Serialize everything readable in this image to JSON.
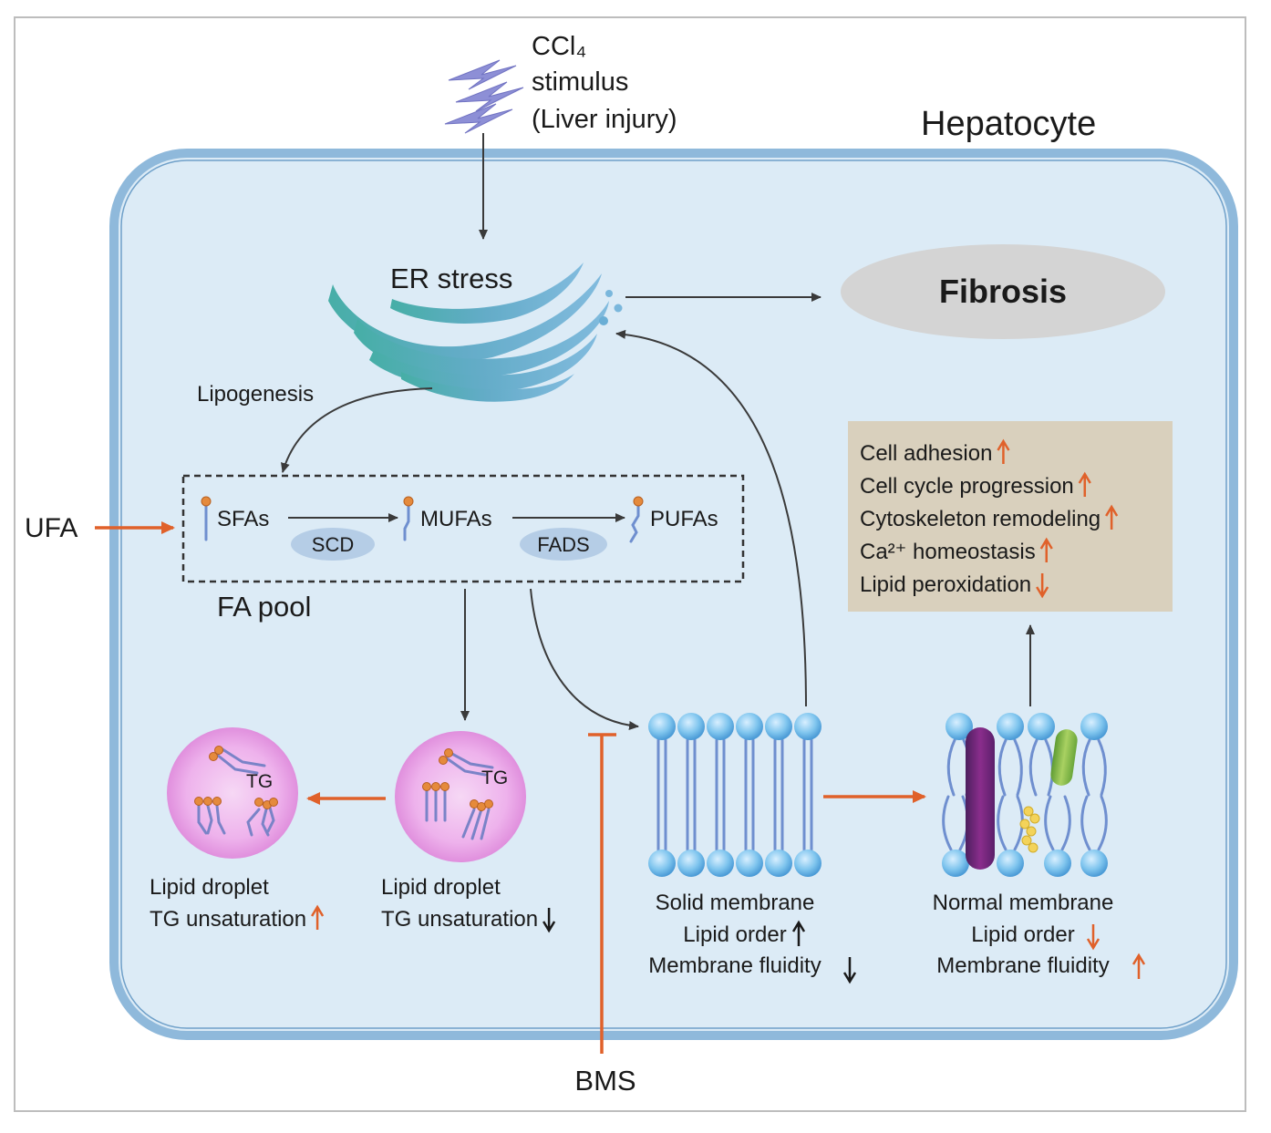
{
  "stimulus": {
    "line1": "CCl₄",
    "line2": "stimulus",
    "line3": "(Liver injury)"
  },
  "cell_label": "Hepatocyte",
  "er_stress": "ER stress",
  "fibrosis": "Fibrosis",
  "lipogenesis": "Lipogenesis",
  "ufa": "UFA",
  "fa_pool": {
    "label": "FA pool",
    "sfas": "SFAs",
    "mufas": "MUFAs",
    "pufas": "PUFAs",
    "scd": "SCD",
    "fads": "FADS"
  },
  "effects": {
    "items": [
      {
        "text": "Cell adhesion",
        "direction": "up"
      },
      {
        "text": "Cell cycle progression",
        "direction": "up"
      },
      {
        "text": "Cytoskeleton remodeling",
        "direction": "up"
      },
      {
        "text": "Ca²⁺ homeostasis",
        "direction": "up"
      },
      {
        "text": "Lipid peroxidation",
        "direction": "down"
      }
    ]
  },
  "droplet_left": {
    "tg": "TG",
    "line1": "Lipid droplet",
    "line2": "TG unsaturation",
    "direction": "up"
  },
  "droplet_right": {
    "tg": "TG",
    "line1": "Lipid droplet",
    "line2": "TG unsaturation",
    "direction": "down"
  },
  "solid_membrane": {
    "line1": "Solid membrane",
    "line2": "Lipid order",
    "line3": "Membrane fluidity"
  },
  "normal_membrane": {
    "line1": "Normal membrane",
    "line2": "Lipid order",
    "line3": "Membrane fluidity"
  },
  "bms": "BMS",
  "colors": {
    "orange": "#e0612a",
    "cell_fill": "#dcebf6",
    "cell_border": "#8fb9db",
    "effects_box": "#d9d0bd",
    "fibrosis_fill": "#d4d4d4",
    "droplet": "#e79ce6"
  }
}
